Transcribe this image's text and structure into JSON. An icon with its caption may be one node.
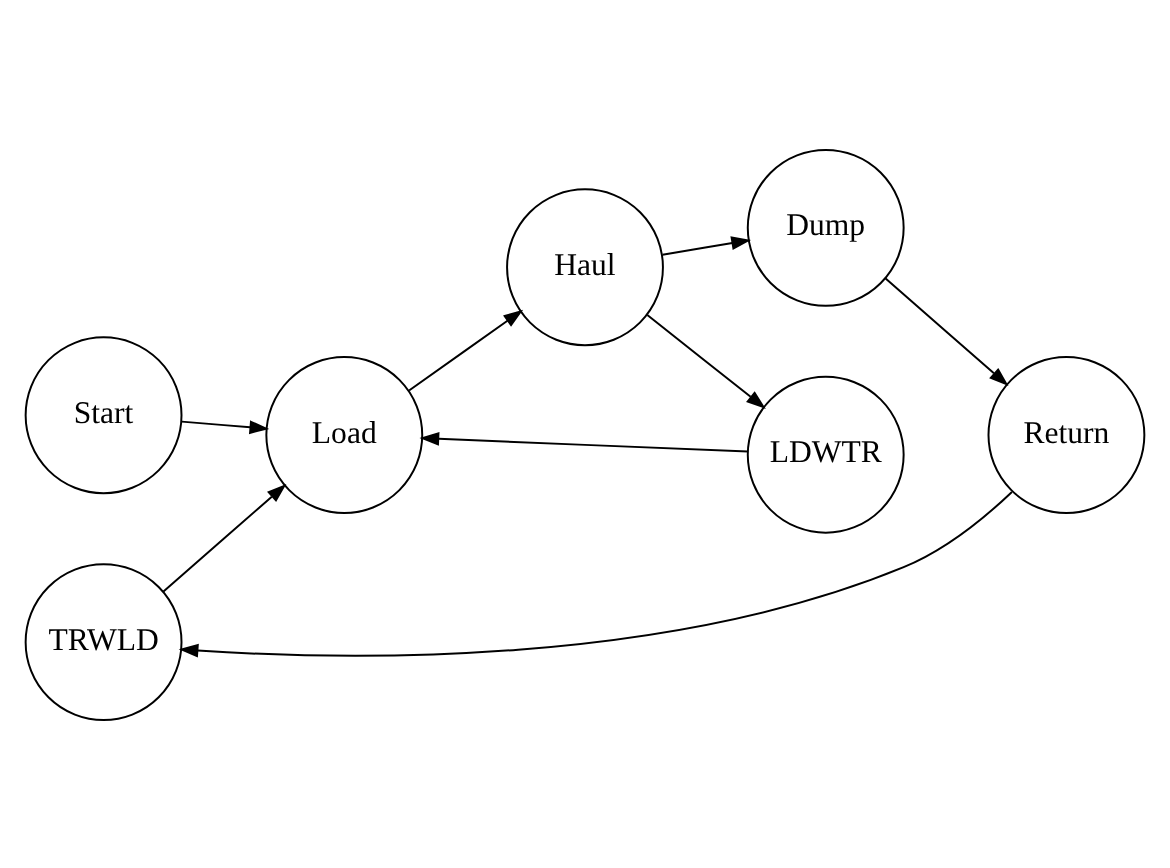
{
  "diagram": {
    "nodes": [
      {
        "text": [
          "TRWLD"
        ]
      },
      {
        "text": [
          "Return"
        ]
      },
      {
        "text": [
          "Start"
        ]
      },
      {
        "text": [
          "Load"
        ]
      },
      {
        "text": [
          "Haul"
        ]
      },
      {
        "text": [
          "Dump"
        ]
      },
      {
        "text": [
          "LDWTR"
        ]
      }
    ],
    "edges": [
      {
        "from": 2,
        "to": 3,
        "arrow": "to"
      },
      {
        "from": 3,
        "to": 4,
        "arrow": "to"
      },
      {
        "from": 4,
        "to": 5,
        "arrow": "to"
      },
      {
        "from": 5,
        "to": 1,
        "arrow": "to"
      },
      {
        "from": 1,
        "to": 0,
        "arrow": "to"
      },
      {
        "from": 0,
        "to": 3,
        "arrow": "to"
      },
      {
        "from": 4,
        "to": 6,
        "arrow": "to"
      },
      {
        "from": 6,
        "to": 3,
        "arrow": "to"
      }
    ]
  }
}
